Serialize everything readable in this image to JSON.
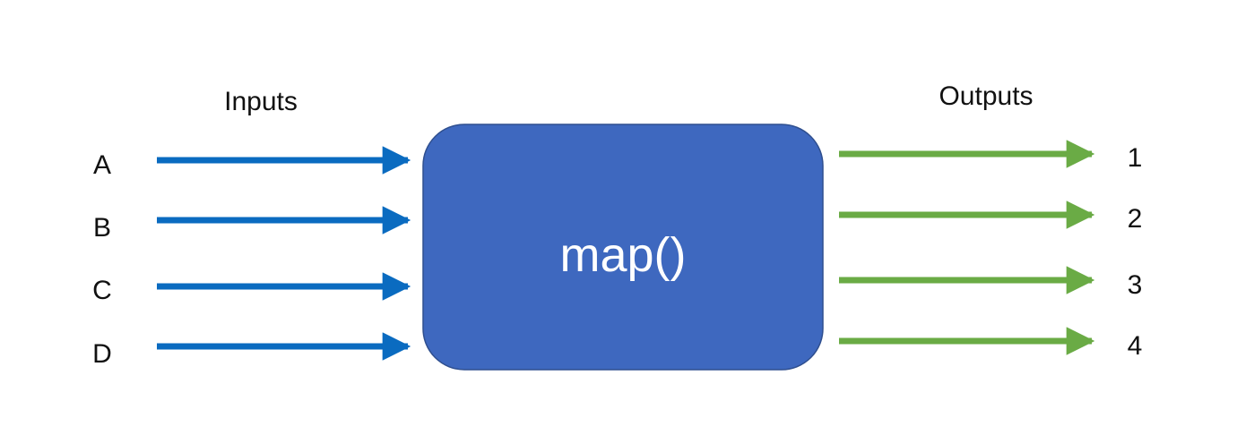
{
  "inputs_heading": "Inputs",
  "outputs_heading": "Outputs",
  "function_label": "map()",
  "inputs": [
    "A",
    "B",
    "C",
    "D"
  ],
  "outputs": [
    "1",
    "2",
    "3",
    "4"
  ],
  "colors": {
    "input_arrow": "#0a6bc0",
    "output_arrow": "#6aab45",
    "box_fill": "#3e68bf",
    "box_stroke": "#2f4f8f",
    "text": "#111111",
    "box_text": "#ffffff"
  }
}
